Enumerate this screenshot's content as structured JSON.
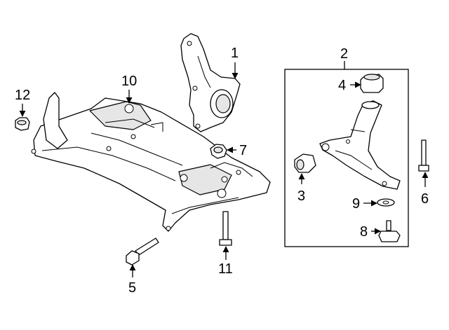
{
  "callouts": [
    {
      "id": "c1",
      "label": "1"
    },
    {
      "id": "c2",
      "label": "2"
    },
    {
      "id": "c3",
      "label": "3"
    },
    {
      "id": "c4",
      "label": "4"
    },
    {
      "id": "c5",
      "label": "5"
    },
    {
      "id": "c6",
      "label": "6"
    },
    {
      "id": "c7",
      "label": "7"
    },
    {
      "id": "c8",
      "label": "8"
    },
    {
      "id": "c9",
      "label": "9"
    },
    {
      "id": "c10",
      "label": "10"
    },
    {
      "id": "c11",
      "label": "11"
    },
    {
      "id": "c12",
      "label": "12"
    }
  ],
  "parts": {
    "crossmember": "crossmember-subframe",
    "knuckle": "steering-knuckle",
    "control_arm": "lower-control-arm",
    "bushing": "rear-bushing",
    "ball_joint": "ball-joint"
  }
}
